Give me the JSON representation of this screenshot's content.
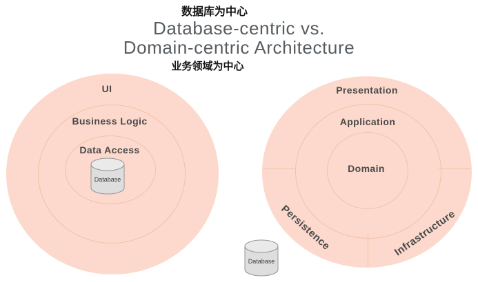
{
  "header": {
    "zh_top": "数据库为中心",
    "title_line1": "Database-centric vs.",
    "title_line2": "Domain-centric Architecture",
    "zh_bottom": "业务领域为中心"
  },
  "left_diagram": {
    "layers": {
      "outer": "UI",
      "middle": "Business Logic",
      "inner": "Data Access"
    },
    "database_label": "Database"
  },
  "right_diagram": {
    "layers": {
      "outer": "Presentation",
      "middle": "Application",
      "inner": "Domain"
    },
    "segments": {
      "bottom_left": "Persistence",
      "bottom_right": "Infrastructure"
    },
    "database_label": "Database"
  },
  "colors": {
    "circle_fill": "#fcd9cc",
    "ring_stroke": "#f4c0a6",
    "layer_label": "#4a4a4a",
    "title_text": "#575c61",
    "caption_text": "#151515",
    "cylinder_fill": "#dedede",
    "cylinder_top_fill": "#eaeaea",
    "cylinder_stroke": "#959595",
    "cylinder_label": "#3d3d3d"
  }
}
